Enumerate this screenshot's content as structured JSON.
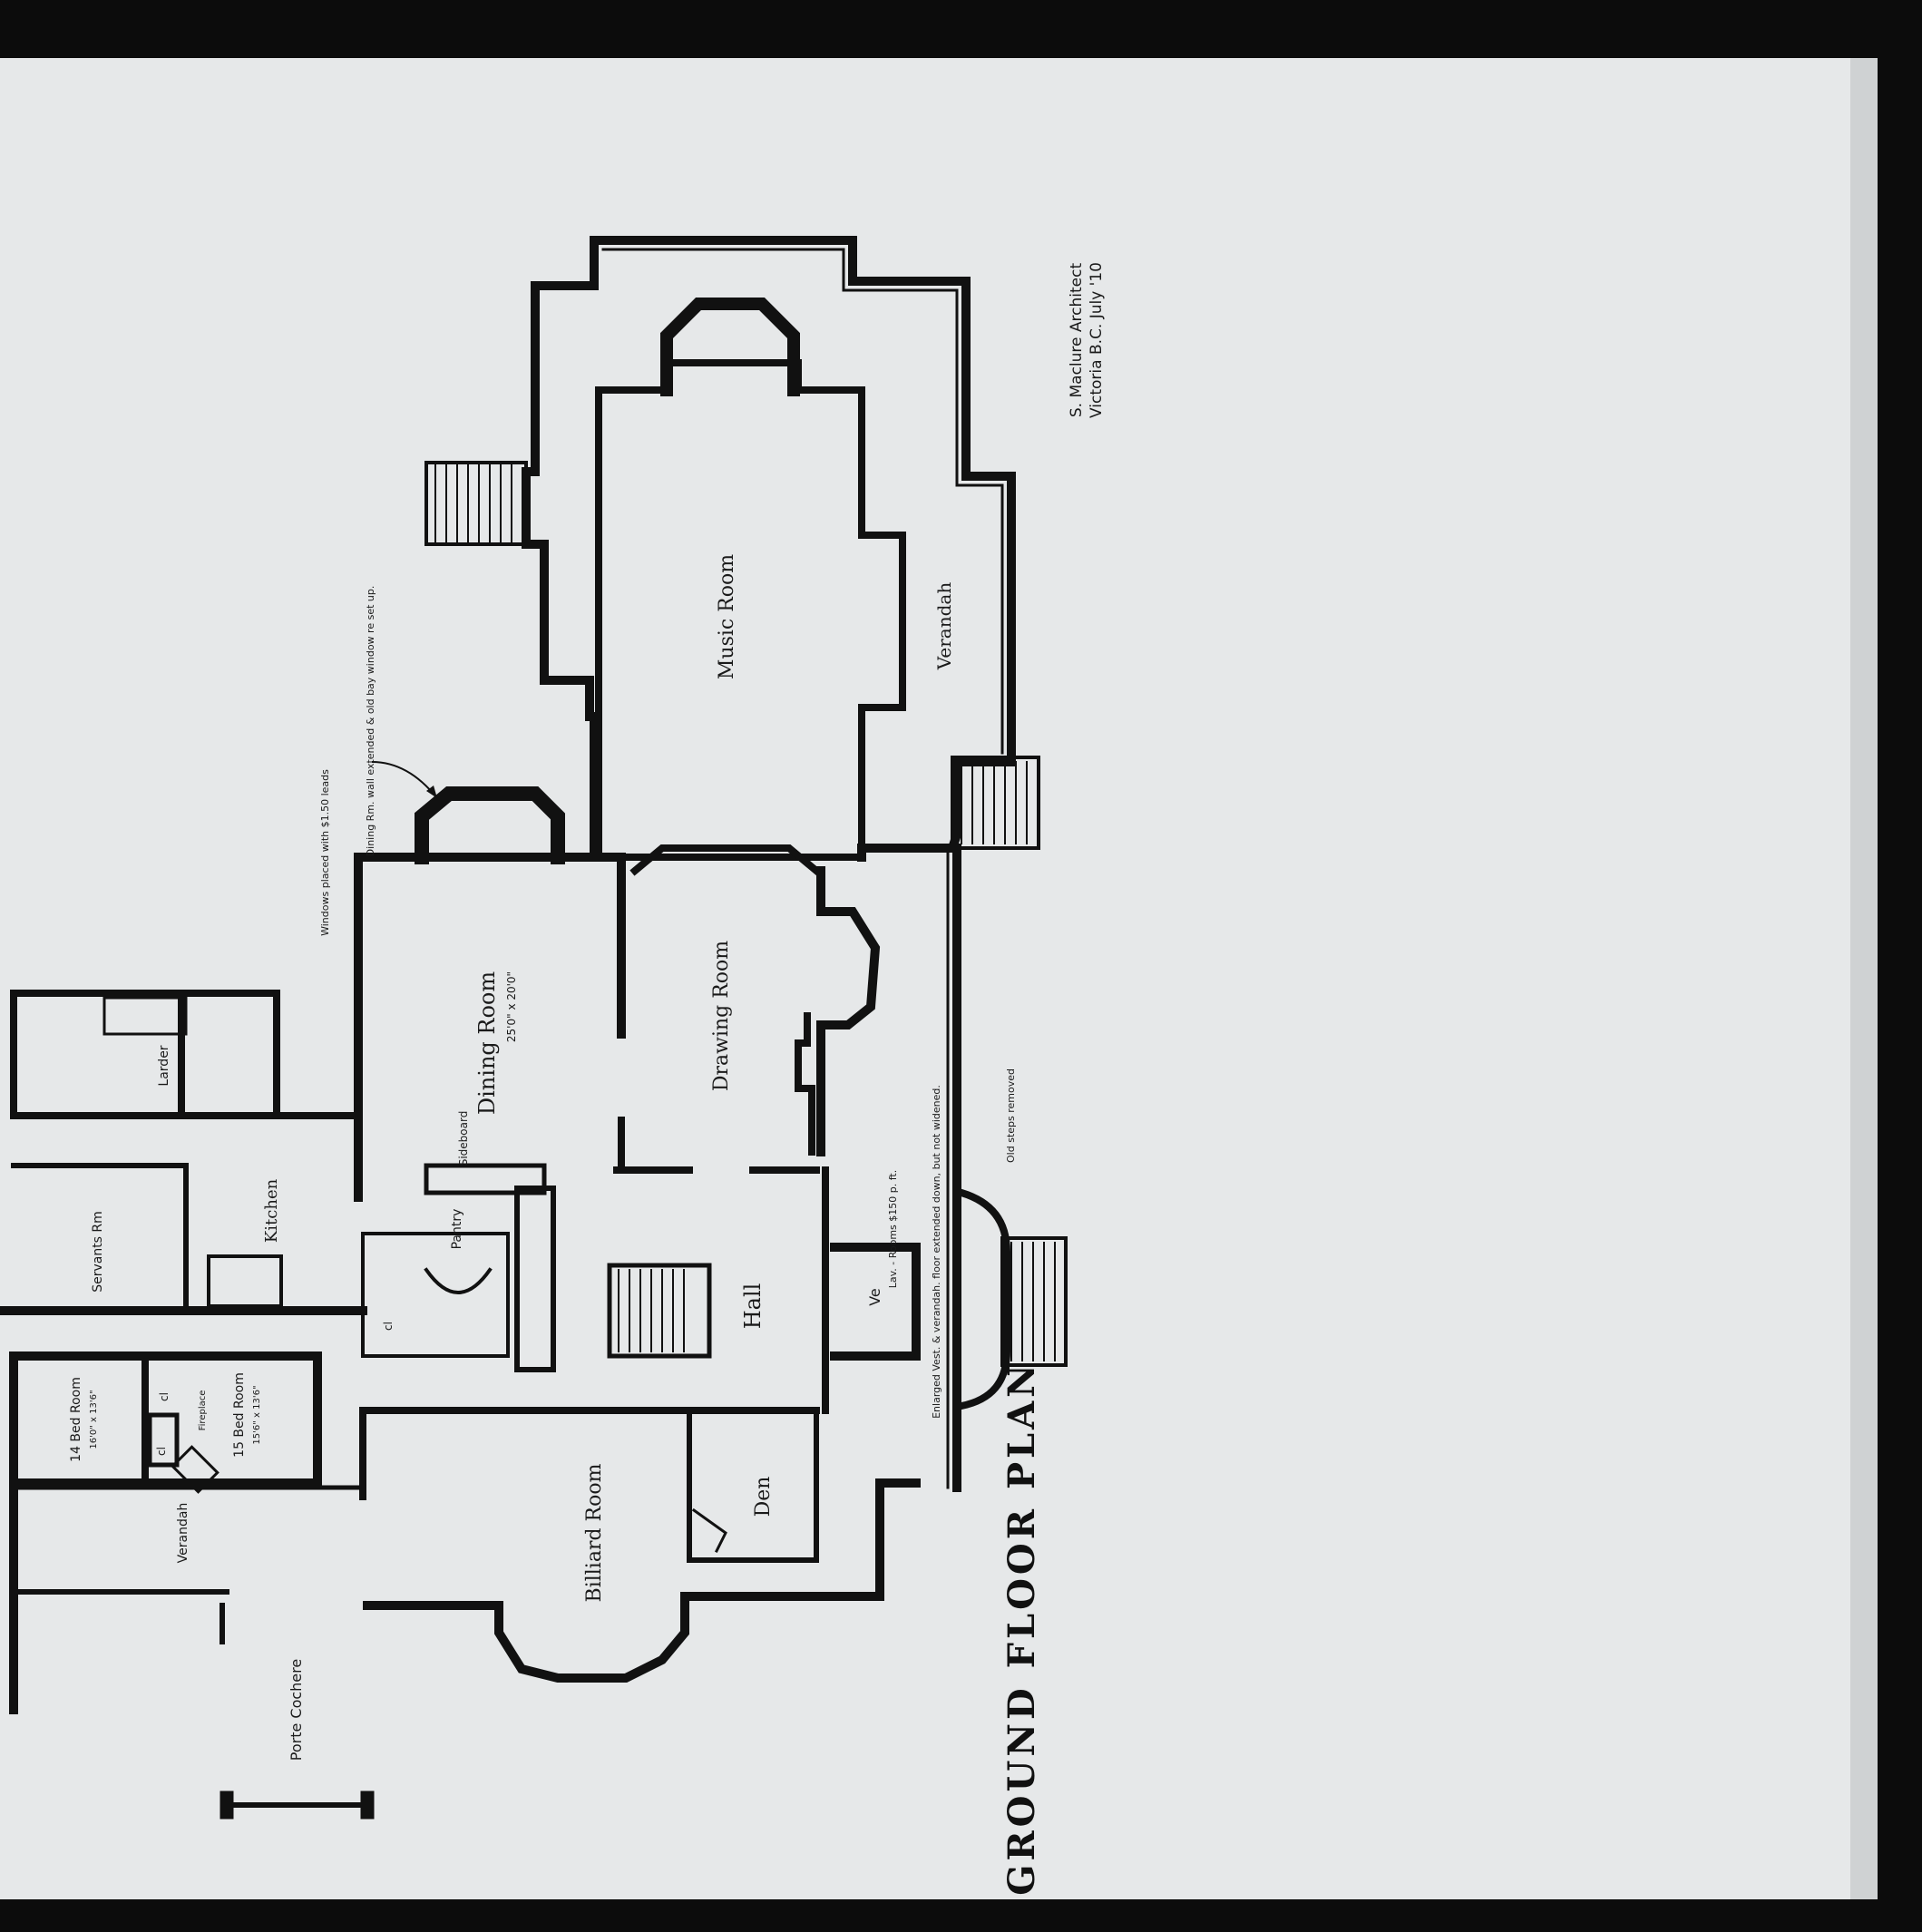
{
  "title": "GROUND FLOOR PLAN",
  "architect": {
    "line1": "S. Maclure Architect",
    "line2": "Victoria B.C. July '10"
  },
  "rooms": {
    "music_room": "Music Room",
    "verandah_east": "Verandah",
    "dining_room": "Dining Room",
    "dining_size": "25'0\" x 20'0\"",
    "drawing_room": "Drawing Room",
    "sideboard": "Sideboard",
    "pantry": "Pantry",
    "hall": "Hall",
    "larder": "Larder",
    "servants_room": "Servants Rm",
    "kitchen": "Kitchen",
    "bed_room_14": "14 Bed Room",
    "bed_room_14_size": "16'0\" x 13'6\"",
    "bed_room_15": "15 Bed Room",
    "bed_room_15_size": "15'6\" x 13'6\"",
    "fireplace": "Fireplace",
    "billiard_room": "Billiard Room",
    "den": "Den",
    "verandah_west": "Verandah",
    "porte_cochere": "Porte Cochere",
    "vestibule": "Ve",
    "cl_1": "cl",
    "cl_2": "cl",
    "cl_3": "cl"
  },
  "notes": {
    "dining_bay": "Dining Rm. wall extended & old bay window re set up.",
    "windows": "Windows placed with $1.50 leads",
    "lavatory": "Lav. - Rooms $150 p. ft.",
    "vestibule": "Enlarged Vest. & verandah. floor extended down, but not widened.",
    "old_steps": "Old steps removed"
  },
  "colors": {
    "paper": "#e6e8e9",
    "ink": "#111111",
    "frame": "#0c0c0c"
  }
}
